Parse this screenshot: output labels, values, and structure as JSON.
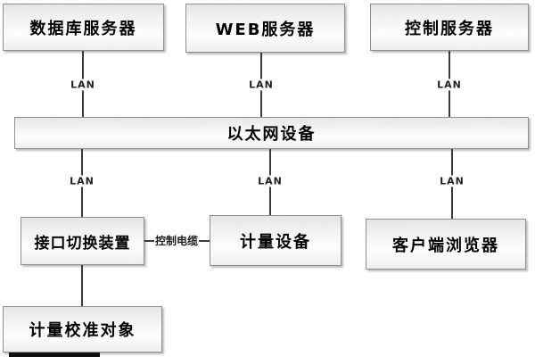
{
  "diagram": {
    "title": "network-measurement-architecture",
    "nodes": [
      {
        "id": "database-server",
        "label": "数据库服务器"
      },
      {
        "id": "web-server",
        "label": "WEB服务器"
      },
      {
        "id": "control-server",
        "label": "控制服务器"
      },
      {
        "id": "ethernet-device",
        "label": "以太网设备"
      },
      {
        "id": "interface-switch",
        "label": "接口切换装置"
      },
      {
        "id": "metering-device",
        "label": "计量设备"
      },
      {
        "id": "client-browser",
        "label": "客户端浏览器"
      },
      {
        "id": "calibration-object",
        "label": "计量校准对象"
      }
    ],
    "edges": [
      {
        "from": "database-server",
        "to": "ethernet-device",
        "label": "LAN"
      },
      {
        "from": "web-server",
        "to": "ethernet-device",
        "label": "LAN"
      },
      {
        "from": "control-server",
        "to": "ethernet-device",
        "label": "LAN"
      },
      {
        "from": "ethernet-device",
        "to": "interface-switch",
        "label": "LAN"
      },
      {
        "from": "ethernet-device",
        "to": "metering-device",
        "label": "LAN"
      },
      {
        "from": "ethernet-device",
        "to": "client-browser",
        "label": "LAN"
      },
      {
        "from": "interface-switch",
        "to": "metering-device",
        "label": "控制电缆"
      },
      {
        "from": "interface-switch",
        "to": "calibration-object",
        "label": ""
      }
    ],
    "edge_labels": {
      "lan": "LAN",
      "control_cable": "控制电缆"
    },
    "colors": {
      "background": "#ffffff",
      "box_border": "#8f8f8f",
      "box_fill": "#f0f0f0",
      "line": "#3a3a3a",
      "text": "#000000",
      "black_bar": "#101010"
    }
  }
}
